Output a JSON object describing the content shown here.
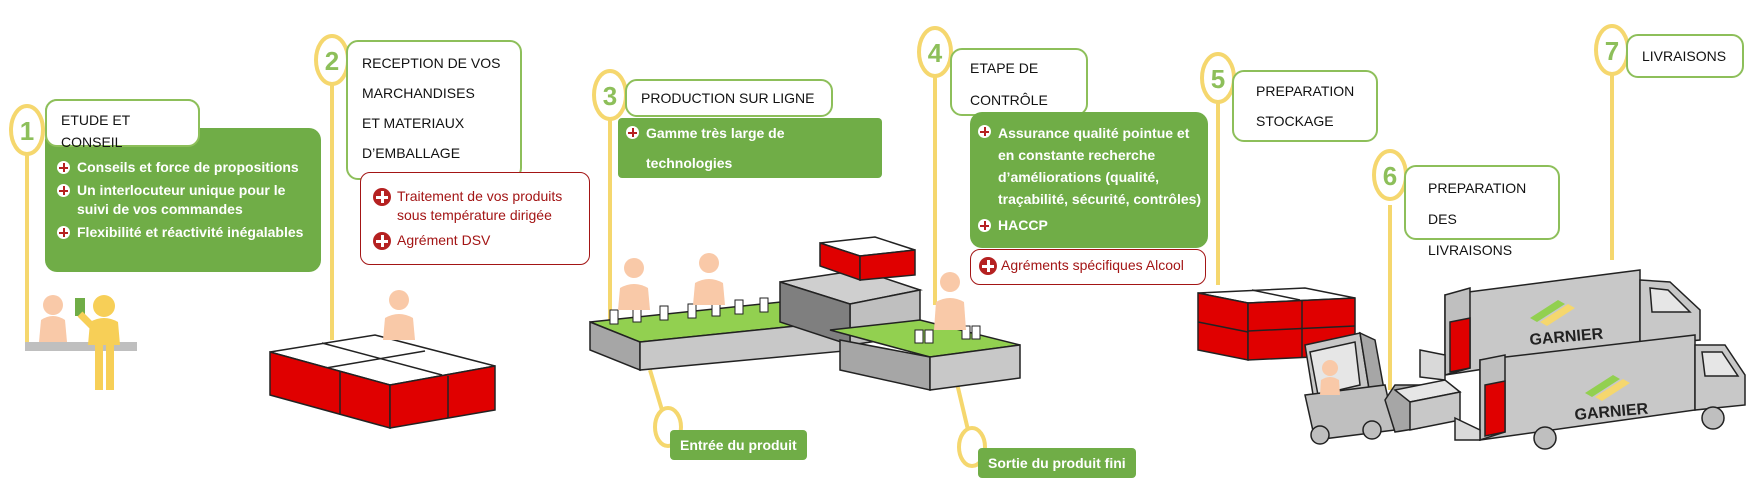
{
  "steps": [
    {
      "number": "1",
      "title_lines": [
        "ETUDE ET CONSEIL"
      ]
    },
    {
      "number": "2",
      "title_lines": [
        "RECEPTION DE VOS",
        "MARCHANDISES",
        "ET MATERIAUX",
        "D’EMBALLAGE"
      ]
    },
    {
      "number": "3",
      "title_lines": [
        "PRODUCTION SUR LIGNE"
      ]
    },
    {
      "number": "4",
      "title_lines": [
        "ETAPE DE",
        "CONTRÔLE"
      ]
    },
    {
      "number": "5",
      "title_lines": [
        "PREPARATION",
        "STOCKAGE"
      ]
    },
    {
      "number": "6",
      "title_lines": [
        "PREPARATION",
        "DES LIVRAISONS"
      ]
    },
    {
      "number": "7",
      "title_lines": [
        "LIVRAISONS"
      ]
    }
  ],
  "step1_benefits": [
    "Conseils et force de propositions",
    "Un interlocuteur unique pour le suivi de vos commandes",
    "Flexibilité et réactivité inégalables"
  ],
  "step2_benefits": [
    "Traitement de vos produits sous température dirigée",
    "Agrément DSV"
  ],
  "step3_benefits": [
    "Gamme très large de technologies"
  ],
  "step4_benefits": [
    "Assurance qualité pointue et en constante recherche d’améliorations (qualité, traçabilité, sécurité, contrôles)",
    "HACCP"
  ],
  "step4_extra": "Agréments spécifiques Alcool",
  "product_in": "Entrée du produit",
  "product_out": "Sortie du produit fini",
  "truck_brand": "GARNIER",
  "colors": {
    "green": "#70ad47",
    "yellow": "#f5d76e",
    "red": "#e00000",
    "grey": "#c8c8c8",
    "darkred": "#a31515"
  }
}
